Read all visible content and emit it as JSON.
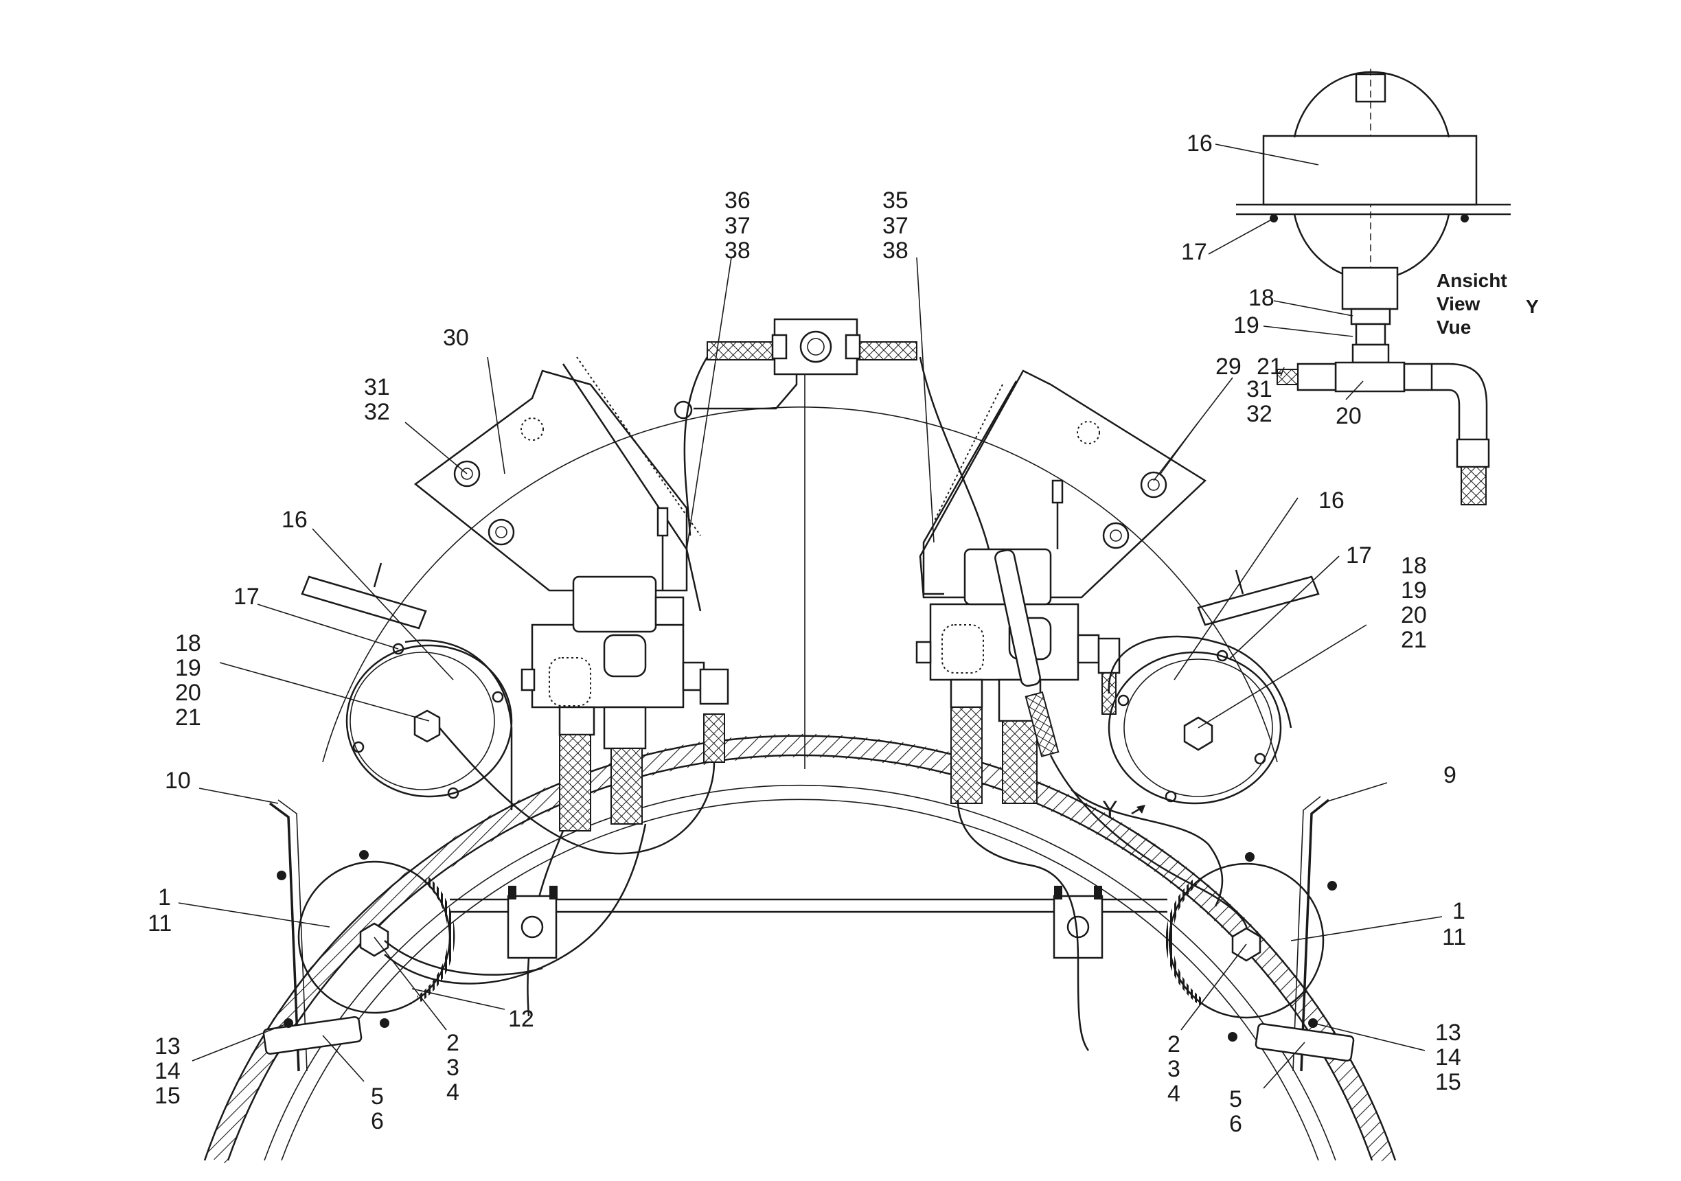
{
  "callouts": {
    "l36": "36",
    "l37a": "37",
    "l38a": "38",
    "l35": "35",
    "l37b": "37",
    "l38b": "38",
    "l30": "30",
    "l29": "29",
    "l31a": "31",
    "l32a": "32",
    "l31b": "31",
    "l32b": "32",
    "l16a": "16",
    "l16b": "16",
    "l16c": "16",
    "l17a": "17",
    "l17b": "17",
    "l17c": "17",
    "l18a": "18",
    "l19a": "19",
    "l20a": "20",
    "l21a": "21",
    "l18b": "18",
    "l19b": "19",
    "l20b": "20",
    "l21b": "21",
    "l18c": "18",
    "l19c": "19",
    "l20c": "20",
    "l21c": "21",
    "l10": "10",
    "l9": "9",
    "l1a": "1",
    "l11a": "11",
    "l1b": "1",
    "l11b": "11",
    "l12": "12",
    "l2a": "2",
    "l3a": "3",
    "l4a": "4",
    "l2b": "2",
    "l3b": "3",
    "l4b": "4",
    "l13a": "13",
    "l14a": "14",
    "l15a": "15",
    "l13b": "13",
    "l14b": "14",
    "l15b": "15",
    "l5a": "5",
    "l6a": "6",
    "l5b": "5",
    "l6b": "6",
    "viewY": "Y"
  },
  "view_caption": {
    "de": "Ansicht",
    "en": "View",
    "fr": "Vue",
    "letter": "Y"
  }
}
